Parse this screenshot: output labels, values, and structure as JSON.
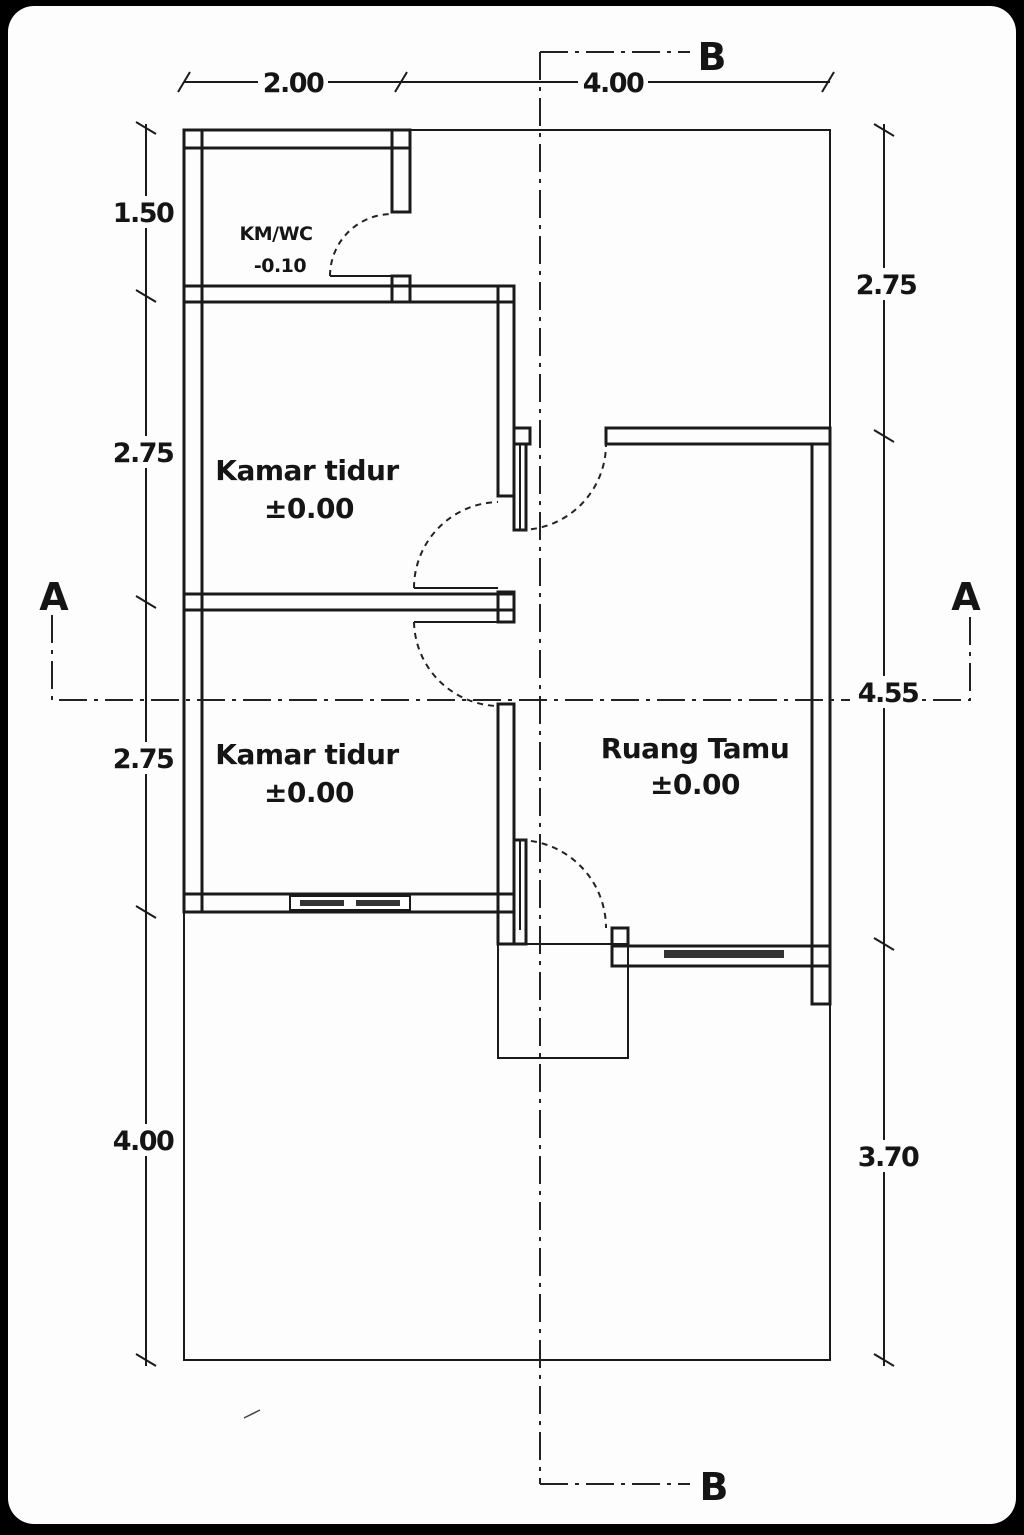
{
  "dimensions": {
    "top_left": "2.00",
    "top_right": "4.00",
    "left_1": "1.50",
    "left_2": "2.75",
    "left_3": "2.75",
    "left_4": "4.00",
    "right_1": "2.75",
    "right_2": "4.55",
    "right_3": "3.70"
  },
  "rooms": {
    "kmwc_name": "KM/WC",
    "kmwc_level": "-0.10",
    "bedroom1_name": "Kamar tidur",
    "bedroom1_level": "±0.00",
    "bedroom2_name": "Kamar tidur",
    "bedroom2_level": "±0.00",
    "living_name": "Ruang Tamu",
    "living_level": "±0.00"
  },
  "section_marks": {
    "a_left": "A",
    "a_right": "A",
    "b_top": "B",
    "b_bottom": "B"
  }
}
